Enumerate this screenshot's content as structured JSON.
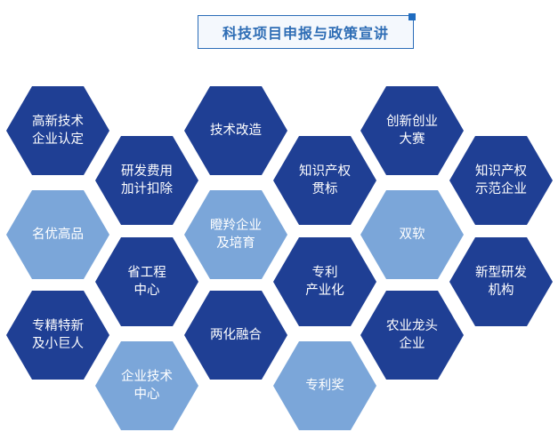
{
  "title": "科技项目申报与政策宣讲",
  "colors": {
    "dark": "#1f3f94",
    "light": "#7ba6d9",
    "accent": "#2a6cb8"
  },
  "hexagons": [
    {
      "label": "高新技术\n企业认定",
      "tone": "dark"
    },
    {
      "label": "名优高品",
      "tone": "light"
    },
    {
      "label": "专精特新\n及小巨人",
      "tone": "dark"
    },
    {
      "label": "研发费用\n加计扣除",
      "tone": "dark"
    },
    {
      "label": "省工程\n中心",
      "tone": "dark"
    },
    {
      "label": "企业技术\n中心",
      "tone": "light"
    },
    {
      "label": "技术改造",
      "tone": "dark"
    },
    {
      "label": "瞪羚企业\n及培育",
      "tone": "light"
    },
    {
      "label": "两化融合",
      "tone": "dark"
    },
    {
      "label": "知识产权\n贯标",
      "tone": "dark"
    },
    {
      "label": "专利\n产业化",
      "tone": "dark"
    },
    {
      "label": "专利奖",
      "tone": "light"
    },
    {
      "label": "创新创业\n大赛",
      "tone": "dark"
    },
    {
      "label": "双软",
      "tone": "light"
    },
    {
      "label": "农业龙头\n企业",
      "tone": "dark"
    },
    {
      "label": "知识产权\n示范企业",
      "tone": "dark"
    },
    {
      "label": "新型研发\n机构",
      "tone": "dark"
    }
  ]
}
